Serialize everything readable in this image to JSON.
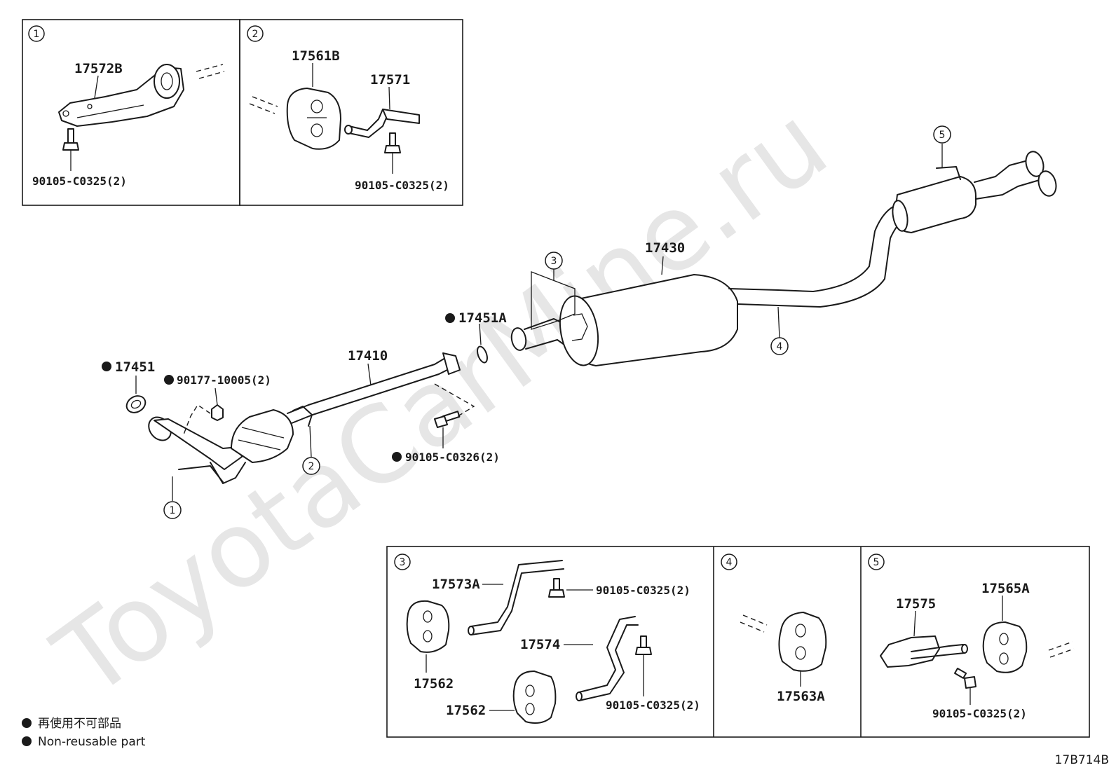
{
  "watermark": "ToyotaCarMine.ru",
  "diagram_code": "17B714B",
  "legend": {
    "symbol": "●",
    "line_japanese": "再使用不可部品",
    "line_english": "Non-reusable part"
  },
  "detail_boxes": [
    {
      "number": "1",
      "parts": [
        "17572B",
        "90105-C0325(2)"
      ]
    },
    {
      "number": "2",
      "parts": [
        "17561B",
        "17571",
        "90105-C0325(2)"
      ]
    },
    {
      "number": "3",
      "parts": [
        "17573A",
        "90105-C0325(2)",
        "17562",
        "17574",
        "17562",
        "90105-C0325(2)"
      ]
    },
    {
      "number": "4",
      "parts": [
        "17563A"
      ]
    },
    {
      "number": "5",
      "parts": [
        "17575",
        "17565A",
        "90105-C0325(2)"
      ]
    }
  ],
  "main_labels": {
    "front_pipe": "17410",
    "center_muffler": "17430",
    "gasket_front": "17451",
    "gasket_center": "17451A",
    "nut": "90177-10005(2)",
    "bolt": "90105-C0326(2)"
  },
  "callouts": [
    "1",
    "2",
    "3",
    "4",
    "5"
  ]
}
